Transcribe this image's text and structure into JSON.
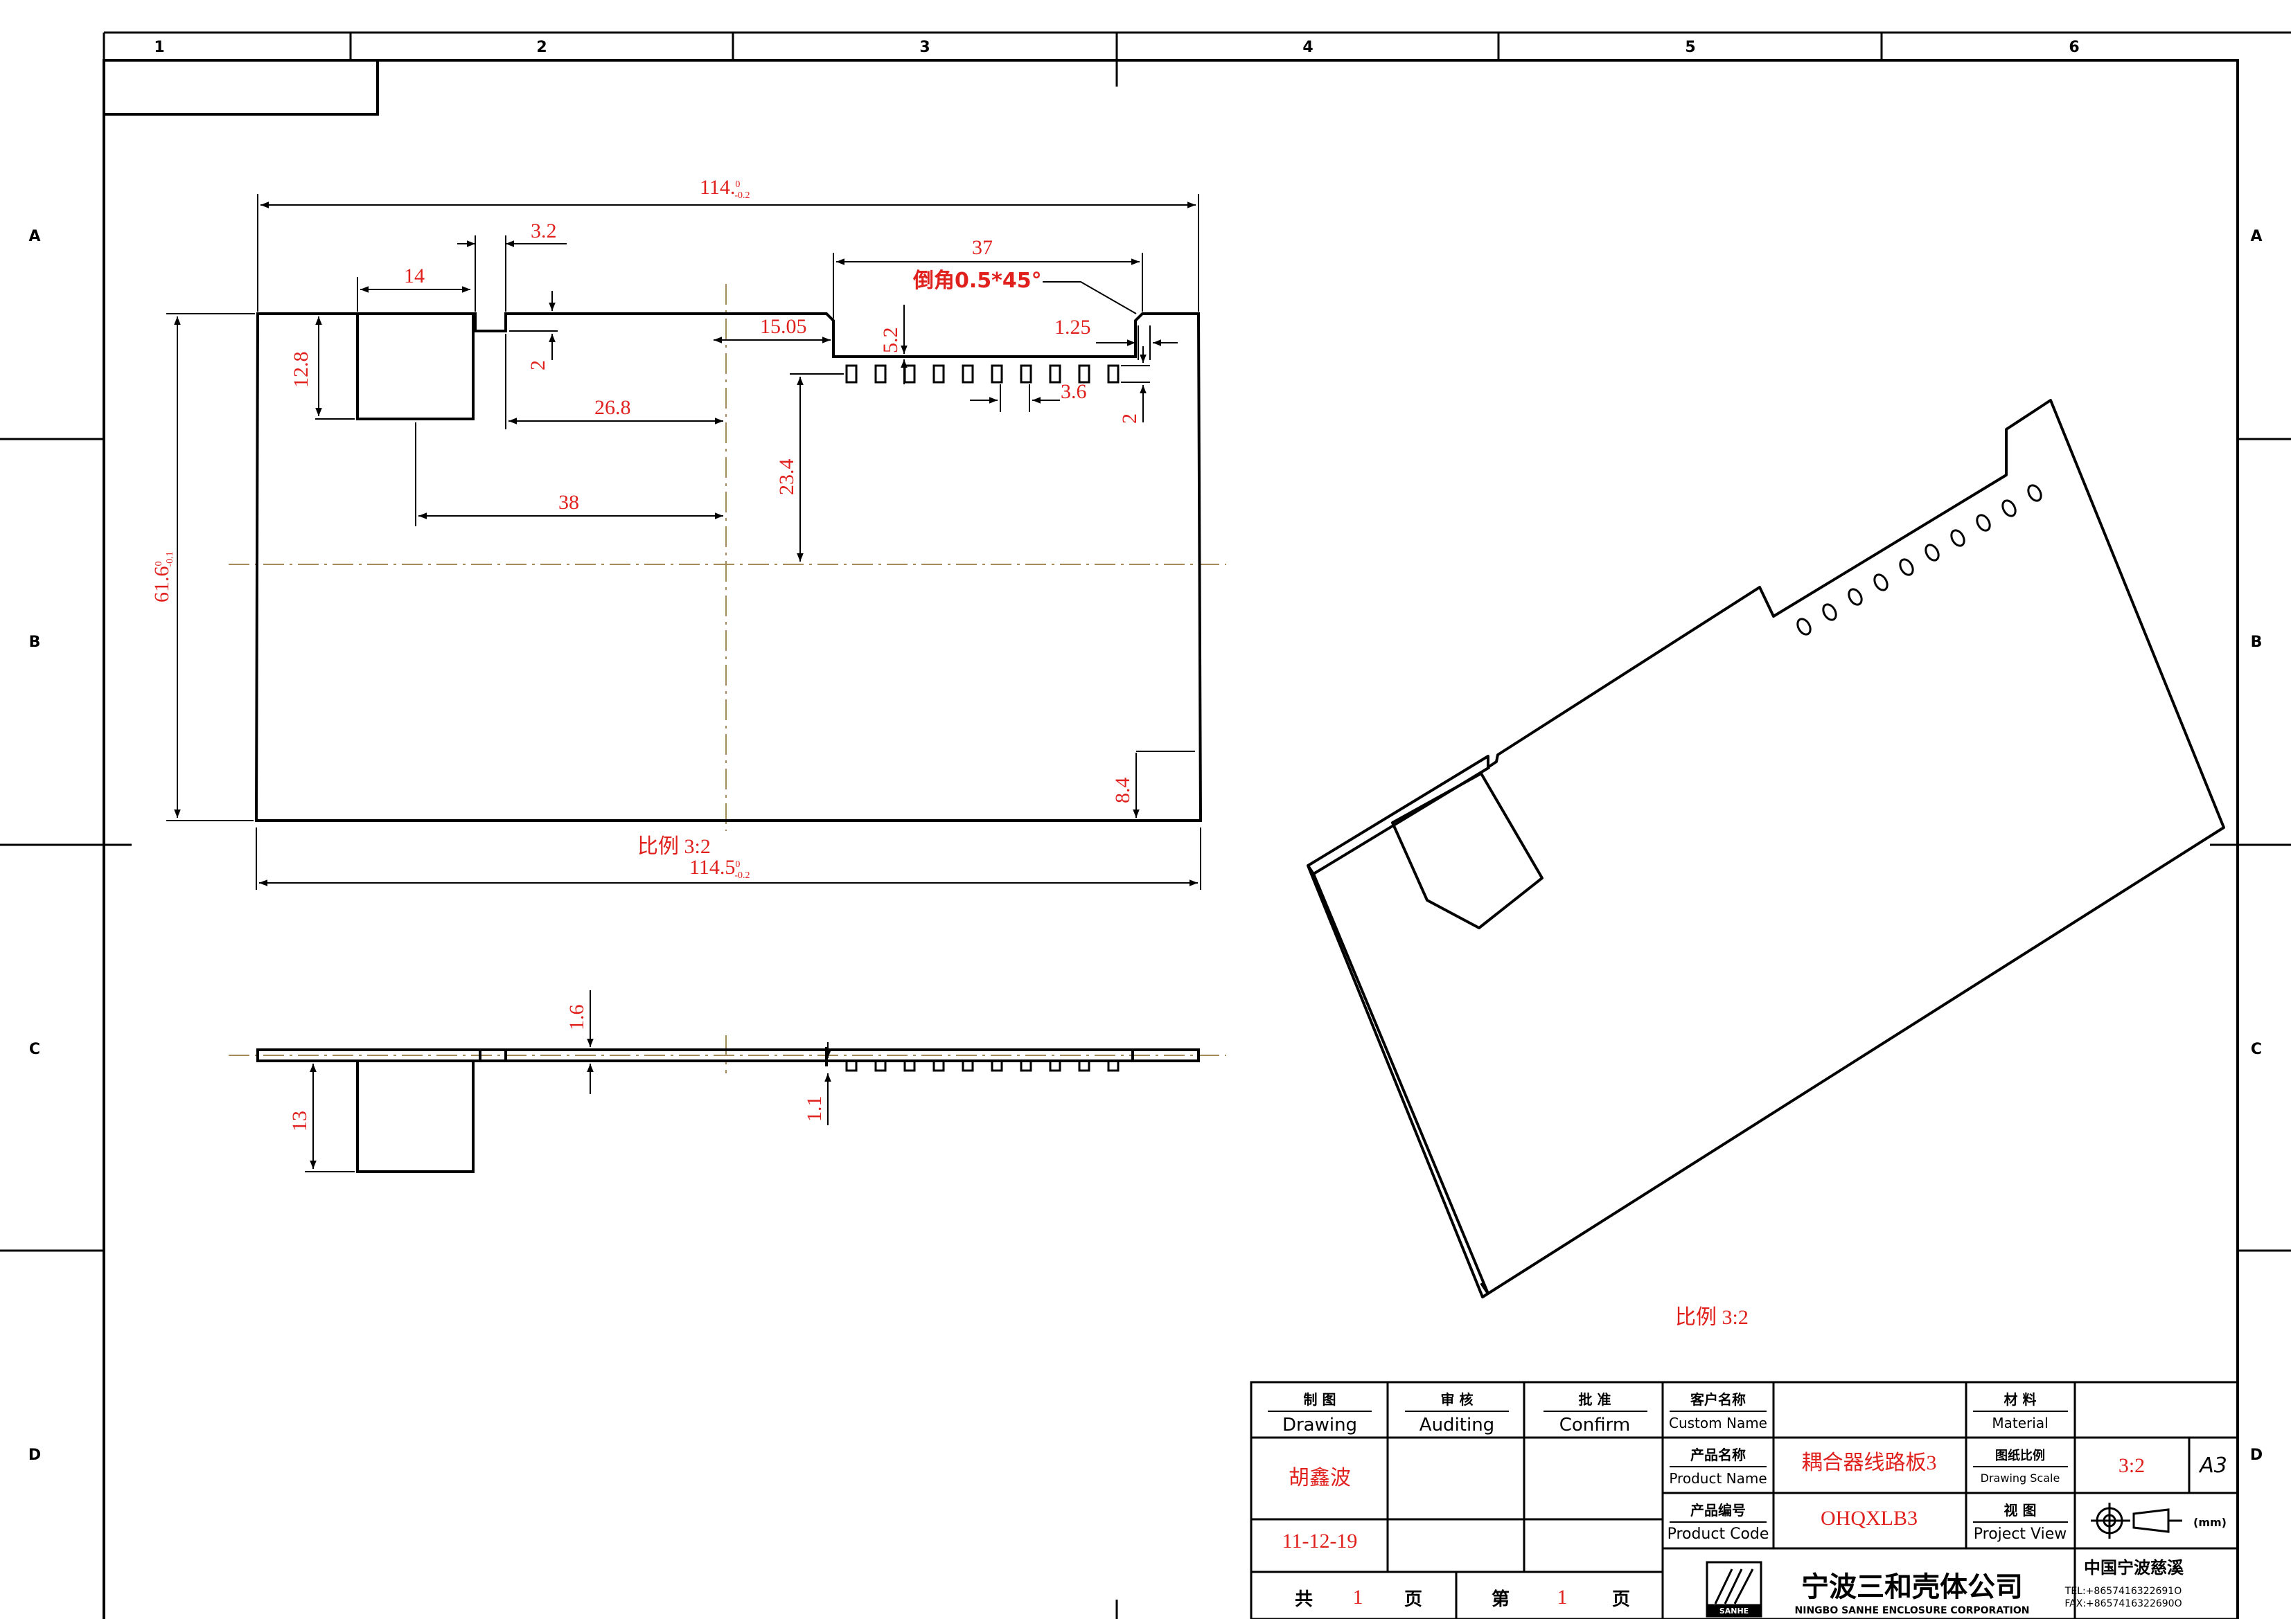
{
  "grid": {
    "columns": [
      "1",
      "2",
      "3",
      "4",
      "5",
      "6"
    ],
    "rows": [
      "A",
      "B",
      "C",
      "D"
    ]
  },
  "top_view": {
    "dims": {
      "overall_top": "114.",
      "overall_top_tol_upper": "0",
      "overall_top_tol_lower": "-0.2",
      "notch_width": "3.2",
      "connector_width": "14",
      "slot_width": "37",
      "chamfer_note": "倒角0.5*45°",
      "slot_offset": "15.05",
      "slot_depth": "5.2",
      "slot_edge": "1.25",
      "connector_height": "12.8",
      "notch_depth": "2",
      "pad_pitch": "3.6",
      "pad_edge": "2",
      "connector_to_center": "26.8",
      "pads_to_center": "23.4",
      "connector_center": "38",
      "overall_height": "61.6",
      "overall_height_tol_upper": "0",
      "overall_height_tol_lower": "-0.1",
      "hole_offset": "8.4",
      "overall_bottom": "114.5",
      "overall_bottom_tol_upper": "0",
      "overall_bottom_tol_lower": "-0.2"
    },
    "scale_label": "比例 3:2"
  },
  "side_view": {
    "dims": {
      "thickness": "1.6",
      "connector_drop": "13",
      "pad_height": "1.1"
    }
  },
  "iso_view": {
    "scale_label": "比例 3:2"
  },
  "title_block": {
    "drawing_cn": "制 图",
    "drawing_en": "Drawing",
    "auditing_cn": "审 核",
    "auditing_en": "Auditing",
    "confirm_cn": "批 准",
    "confirm_en": "Confirm",
    "drafter": "胡鑫波",
    "date": "11-12-19",
    "customer_cn": "客户名称",
    "customer_en": "Custom Name",
    "product_name_cn": "产品名称",
    "product_name_en": "Product Name",
    "product_name": "耦合器线路板3",
    "product_code_cn": "产品编号",
    "product_code_en": "Product Code",
    "product_code": "OHQXLB3",
    "material_cn": "材 料",
    "material_en": "Material",
    "scale_cn": "图纸比例",
    "scale_en": "Drawing Scale",
    "scale": "3:2",
    "sheet_size": "A3",
    "view_cn": "视 图",
    "view_en": "Project View",
    "unit": "(mm)",
    "total_label": "共",
    "total_pages": "1",
    "page_unit": "页",
    "sheet_label": "第",
    "sheet_no": "1",
    "company_cn": "宁波三和壳体公司",
    "company_en": "NINGBO SANHE ENCLOSURE CORPORATION",
    "logo_text": "SANHE",
    "company_city": "中国宁波慈溪",
    "tel": "TEL:+8657416322691O",
    "fax": "FAX:+8657416322690O"
  },
  "colors": {
    "line": "#000000",
    "dimension": "#e0201c",
    "centerline": "#a58a5a",
    "annotation": "#e0201c"
  }
}
